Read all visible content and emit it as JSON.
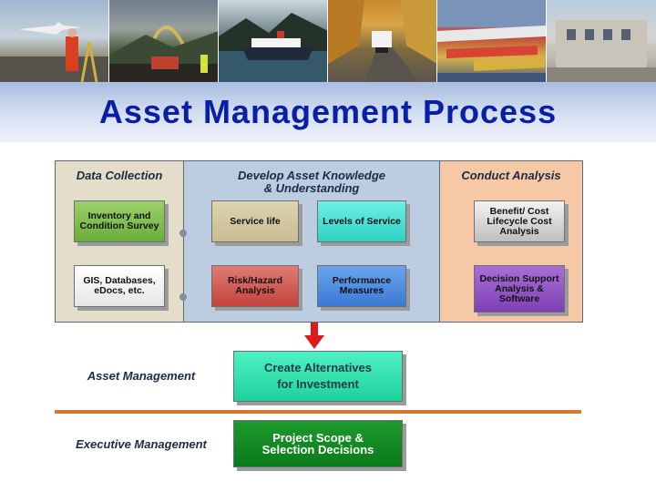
{
  "title": "Asset Management Process",
  "banner_photos": [
    {
      "name": "airport-survey-photo"
    },
    {
      "name": "road-crew-rainbow-photo"
    },
    {
      "name": "ferry-photo"
    },
    {
      "name": "truck-highway-photo"
    },
    {
      "name": "floatplanes-photo"
    },
    {
      "name": "building-photo"
    }
  ],
  "sections": {
    "data_collection": {
      "heading": "Data Collection",
      "boxes": [
        "Inventory and Condition Survey",
        "GIS, Databases, eDocs, etc."
      ]
    },
    "asset_knowledge": {
      "heading_line1": "Develop Asset Knowledge",
      "heading_line2": "& Understanding",
      "boxes": [
        "Service life",
        "Levels of Service",
        "Risk/Hazard Analysis",
        "Performance Measures"
      ]
    },
    "conduct_analysis": {
      "heading": "Conduct Analysis",
      "boxes": [
        "Benefit/ Cost Lifecycle Cost Analysis",
        "Decision Support Analysis & Software"
      ]
    }
  },
  "lower": {
    "asset_management_label": "Asset Management",
    "create_alternatives_line1": "Create Alternatives",
    "create_alternatives_line2": "for Investment",
    "executive_management_label": "Executive Management",
    "project_scope_line1": "Project Scope &",
    "project_scope_line2": "Selection Decisions"
  },
  "colors": {
    "title": "#0a1fa8",
    "data_collection_bg": "#e3ddc9",
    "asset_knowledge_bg": "#bccde2",
    "conduct_analysis_bg": "#f7c8a6",
    "arrow": "#e01a1a",
    "divider": "#d9772e"
  }
}
